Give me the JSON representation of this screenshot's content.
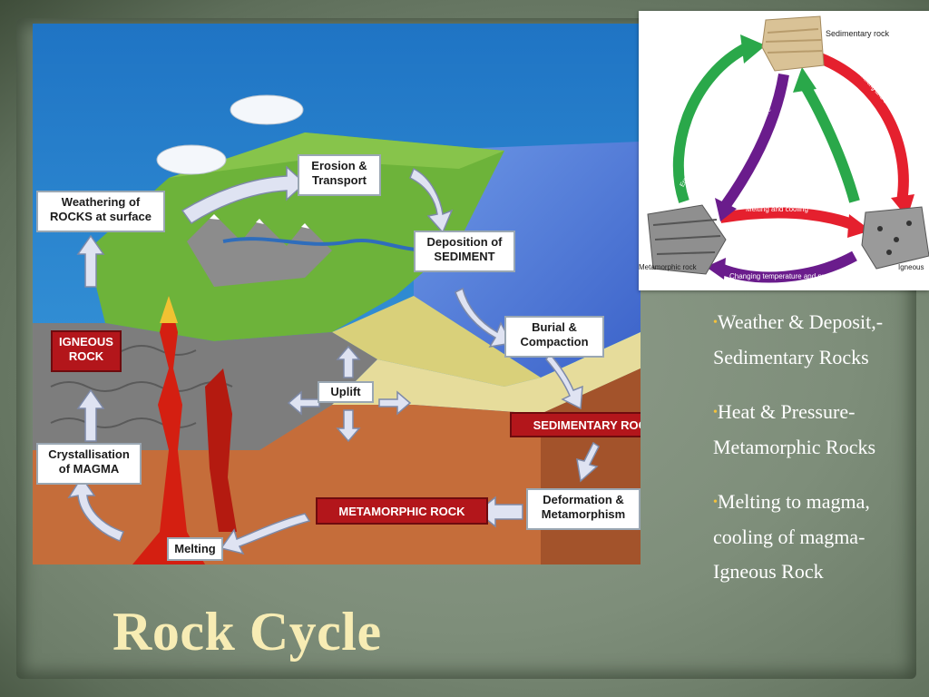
{
  "slide": {
    "title": "Rock Cycle"
  },
  "diagram": {
    "labels": {
      "weathering": "Weathering of ROCKS at surface",
      "erosion": "Erosion & Transport",
      "deposition": "Deposition of SEDIMENT",
      "burial": "Burial & Compaction",
      "sedimentary": "SEDIMENTARY ROCK",
      "deformation": "Deformation & Metamorphism",
      "metamorphic": "METAMORPHIC ROCK",
      "melting": "Melting",
      "crystallisation": "Crystallisation of MAGMA",
      "igneous": "IGNEOUS ROCK",
      "uplift": "Uplift"
    }
  },
  "inset": {
    "nodes": {
      "sedimentary": "Sedimentary rock",
      "metamorphic": "Metamorphic rock",
      "igneous": "Igneous"
    },
    "arrows": {
      "erosion_left": "Erosion, deposition, and cementation",
      "erosion_right": "Erosion, deposition, and cementation",
      "melting_right": "Melting and cooling",
      "melting_bottom": "Melting and cooling",
      "changing_center": "Changing temperature and pressure",
      "changing_bottom": "Changing temperature and pressure"
    },
    "colors": {
      "green": "#2aa84a",
      "red": "#e5202e",
      "purple": "#6a1c8c"
    }
  },
  "bullets": [
    {
      "marker": "•",
      "text": "Weather & Deposit,- Sedimentary Rocks"
    },
    {
      "marker": "•",
      "text": "Heat & Pressure- Metamorphic Rocks"
    },
    {
      "marker": "•",
      "text": "Melting to magma, cooling of magma- Igneous Rock"
    }
  ]
}
